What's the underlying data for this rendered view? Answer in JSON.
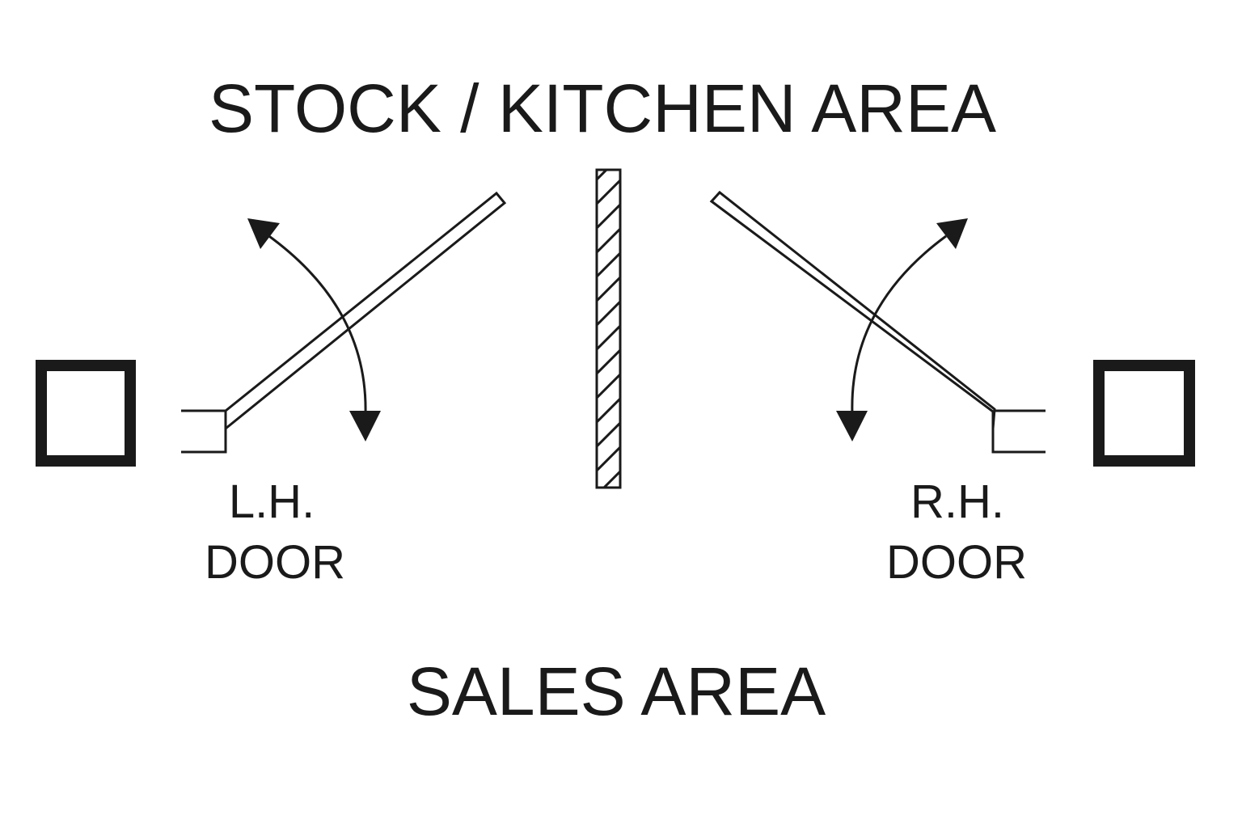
{
  "zones": {
    "top_label": "STOCK / KITCHEN AREA",
    "bottom_label": "SALES AREA"
  },
  "doors": {
    "left": {
      "line1": "L.H.",
      "line2": "DOOR"
    },
    "right": {
      "line1": "R.H.",
      "line2": "DOOR"
    }
  },
  "colors": {
    "ink": "#1a1a1a",
    "background": "#ffffff"
  }
}
